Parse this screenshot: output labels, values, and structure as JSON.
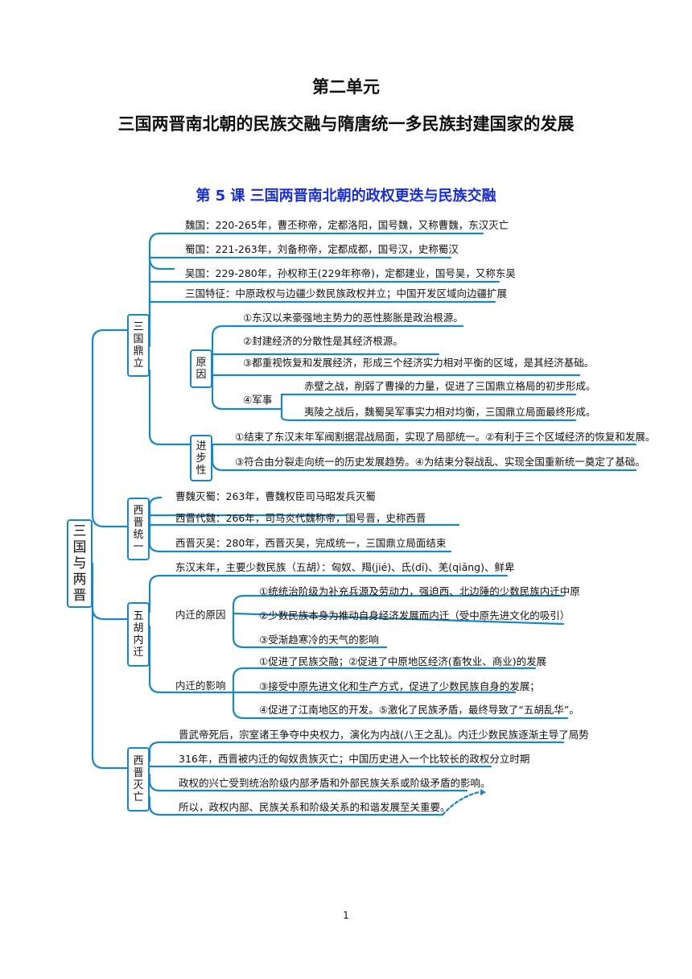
{
  "unit_title": "第二单元",
  "unit_subtitle": "三国两晋南北朝的民族交融与隋唐统一多民族封建国家的发展",
  "lesson_title": "第 5 课  三国两晋南北朝的政权更迭与民族交融",
  "mindmap": {
    "root": "三国与两晋",
    "sanguo": {
      "label": "三国鼎立",
      "wei": "魏国：220-265年，曹丕称帝，定都洛阳，国号魏，又称曹魏，东汉灭亡",
      "shu": "蜀国：221-263年，刘备称帝，定都成都，国号汉，史称蜀汉",
      "wu": "吴国：229-280年，孙权称王(229年称帝)，定都建业，国号吴，又称东吴",
      "feature": "三国特征：中原政权与边疆少数民族政权并立；中国开发区域向边疆扩展",
      "cause_label": "原因",
      "cause1": "①东汉以来豪强地主势力的恶性膨胀是政治根源。",
      "cause2": "②封建经济的分散性是其经济根源。",
      "cause3": "③都重视恢复和发展经济，形成三个经济实力相对平衡的区域，是其经济基础。",
      "cause4_label": "④军事",
      "military1": "赤壁之战，削弱了曹操的力量，促进了三国鼎立格局的初步形成。",
      "military2": "夷陵之战后，魏蜀吴军事实力相对均衡，三国鼎立局面最终形成。",
      "progress_label": "进步性",
      "progress1": "①结束了东汉末年军阀割据混战局面，实现了局部统一。②有利于三个区域经济的恢复和发展。",
      "progress2": "③符合由分裂走向统一的历史发展趋势。④为结束分裂战乱、实现全国重新统一奠定了基础。"
    },
    "xijin_unify": {
      "label": "西晋统一",
      "item1": "曹魏灭蜀：263年，曹魏权臣司马昭发兵灭蜀",
      "item2": "西晋代魏：266年，司马炎代魏称帝，国号晋，史称西晋",
      "item3": "西晋灭吴：280年，西晋灭吴，完成统一，三国鼎立局面结束"
    },
    "wuhu": {
      "label": "五胡内迁",
      "intro": "东汉末年，主要少数民族（五胡）：匈奴、羯(jié)、氐(dī)、羌(qiāng)、鲜卑",
      "reason_label": "内迁的原因",
      "reason1": "①统统治阶级为补充兵源及劳动力，强迫西、北边陲的少数民族内迁中原",
      "reason2": "②少数民族本身为推动自身经济发展而内迁（受中原先进文化的吸引）",
      "reason3": "③受渐趋寒冷的天气的影响",
      "effect_label": "内迁的影响",
      "effect1": "①促进了民族交融；②促进了中原地区经济(畜牧业、商业)的发展",
      "effect2": "③接受中原先进文化和生产方式，促进了少数民族自身的发展；",
      "effect3": "④促进了江南地区的开发。⑤激化了民族矛盾，最终导致了“五胡乱华”。"
    },
    "xijin_fall": {
      "label": "西晋灭亡",
      "item1": "晋武帝死后，宗室诸王争夺中央权力，演化为内战(八王之乱)。内迁少数民族逐渐主导了局势",
      "item2": "316年，西晋被内迁的匈奴贵族灭亡；中国历史进入一个比较长的政权分立时期",
      "item3": "政权的兴亡受到统治阶级内部矛盾和外部民族关系或阶级矛盾的影响。",
      "item4": "所以，政权内部、民族关系和阶级关系的和谐发展至关重要。"
    }
  },
  "page_number": "1",
  "colors": {
    "line": "#1a86c8",
    "lesson_title": "#1a2fd0",
    "text": "#111111"
  }
}
